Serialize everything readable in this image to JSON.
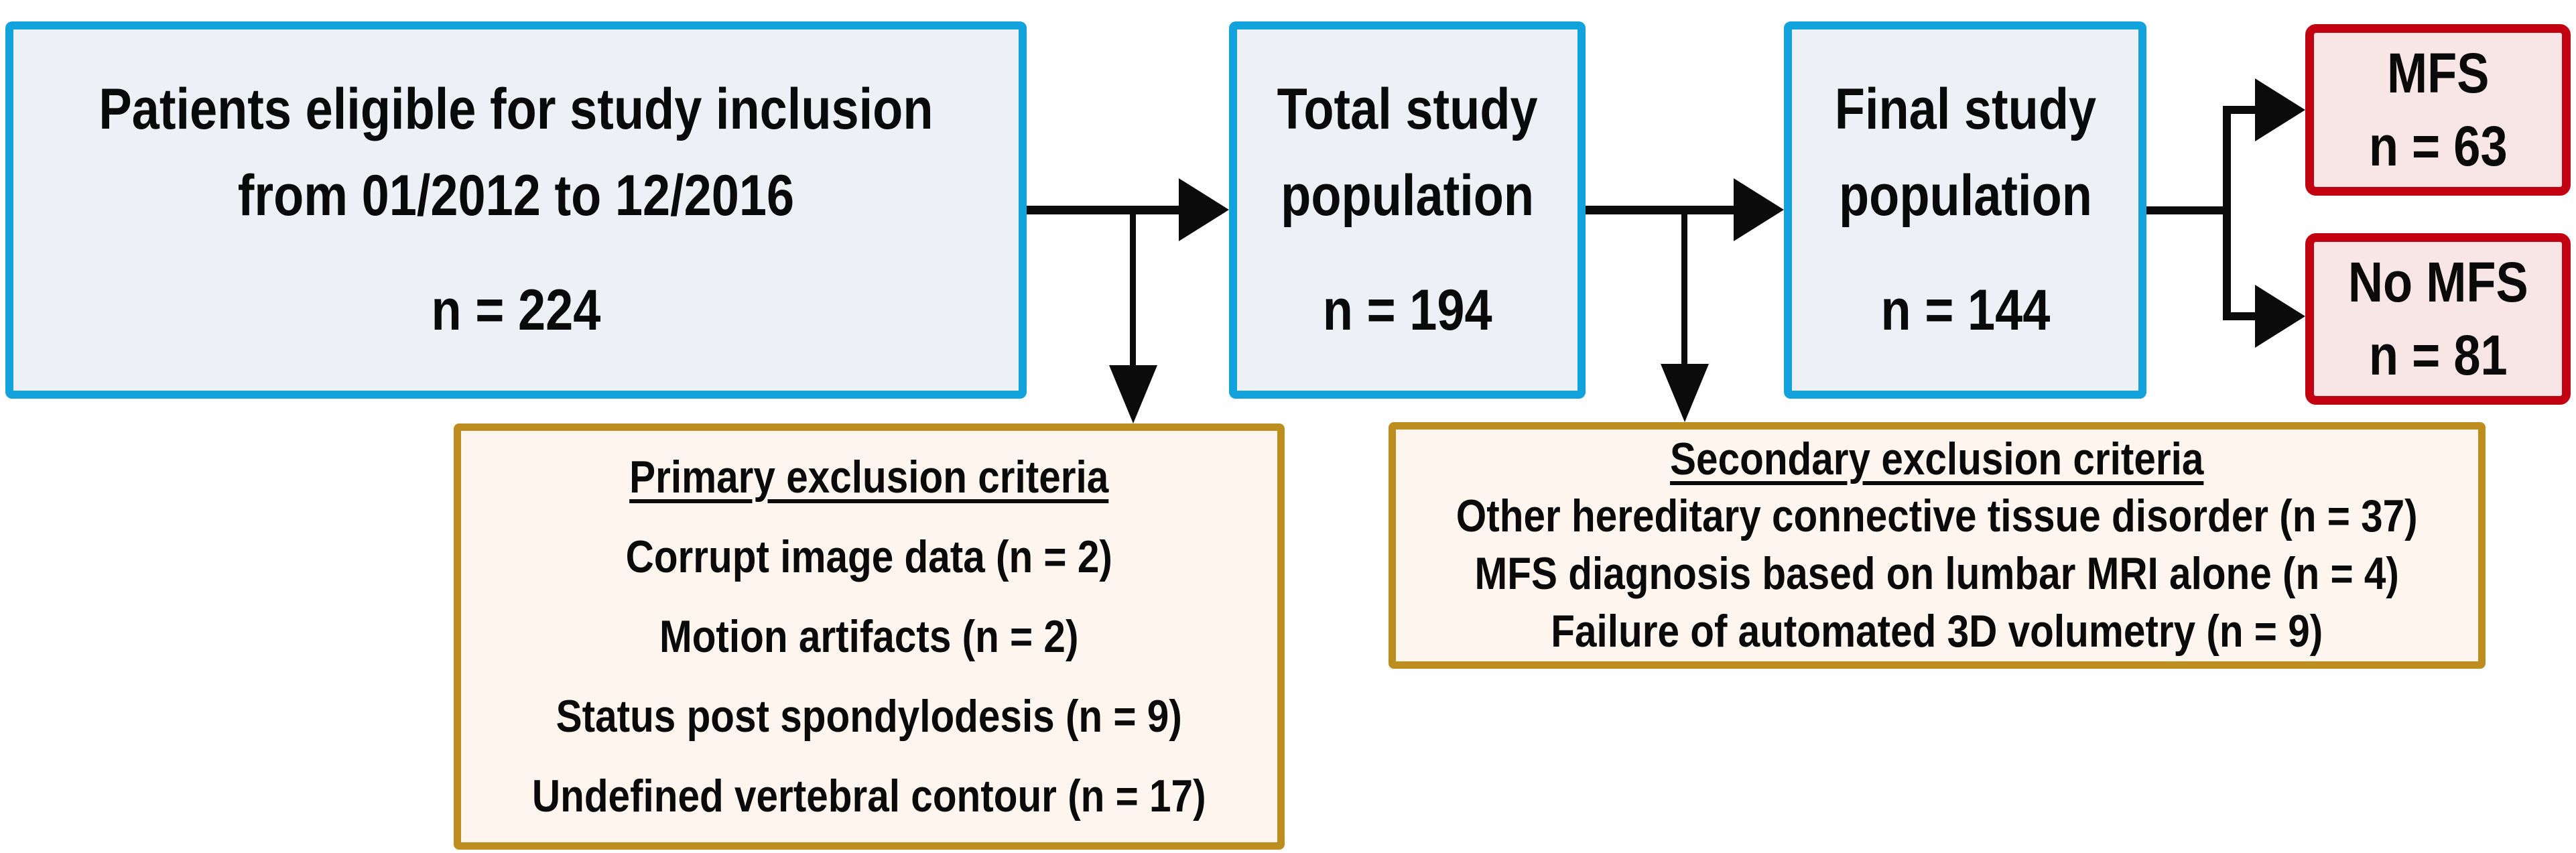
{
  "colors": {
    "cyan_border": "#12A3DC",
    "blue_fill": "#EDF1F6",
    "red_border": "#C20211",
    "pink_fill": "#F8E6E6",
    "gold_border": "#BD8D20",
    "cream_fill": "#FEF5EE",
    "arrow_black": "#0B0B0B"
  },
  "boxes": {
    "eligible": {
      "line1": "Patients eligible for study inclusion",
      "line2": "from 01/2012 to 12/2016",
      "n": "n = 224"
    },
    "total": {
      "line1": "Total study",
      "line2": "population",
      "n": "n = 194"
    },
    "final": {
      "line1": "Final study",
      "line2": "population",
      "n": "n = 144"
    },
    "mfs": {
      "label": "MFS",
      "n": "n = 63"
    },
    "no_mfs": {
      "label": "No MFS",
      "n": "n = 81"
    },
    "primary_exclusion": {
      "title": "Primary exclusion criteria",
      "items": [
        "Corrupt image data (n = 2)",
        "Motion artifacts (n = 2)",
        "Status post spondylodesis (n = 9)",
        "Undefined vertebral contour (n = 17)"
      ]
    },
    "secondary_exclusion": {
      "title": "Secondary exclusion criteria",
      "items": [
        "Other hereditary connective tissue disorder (n = 37)",
        "MFS diagnosis based on lumbar MRI alone (n = 4)",
        "Failure of automated 3D volumetry (n = 9)"
      ]
    }
  }
}
